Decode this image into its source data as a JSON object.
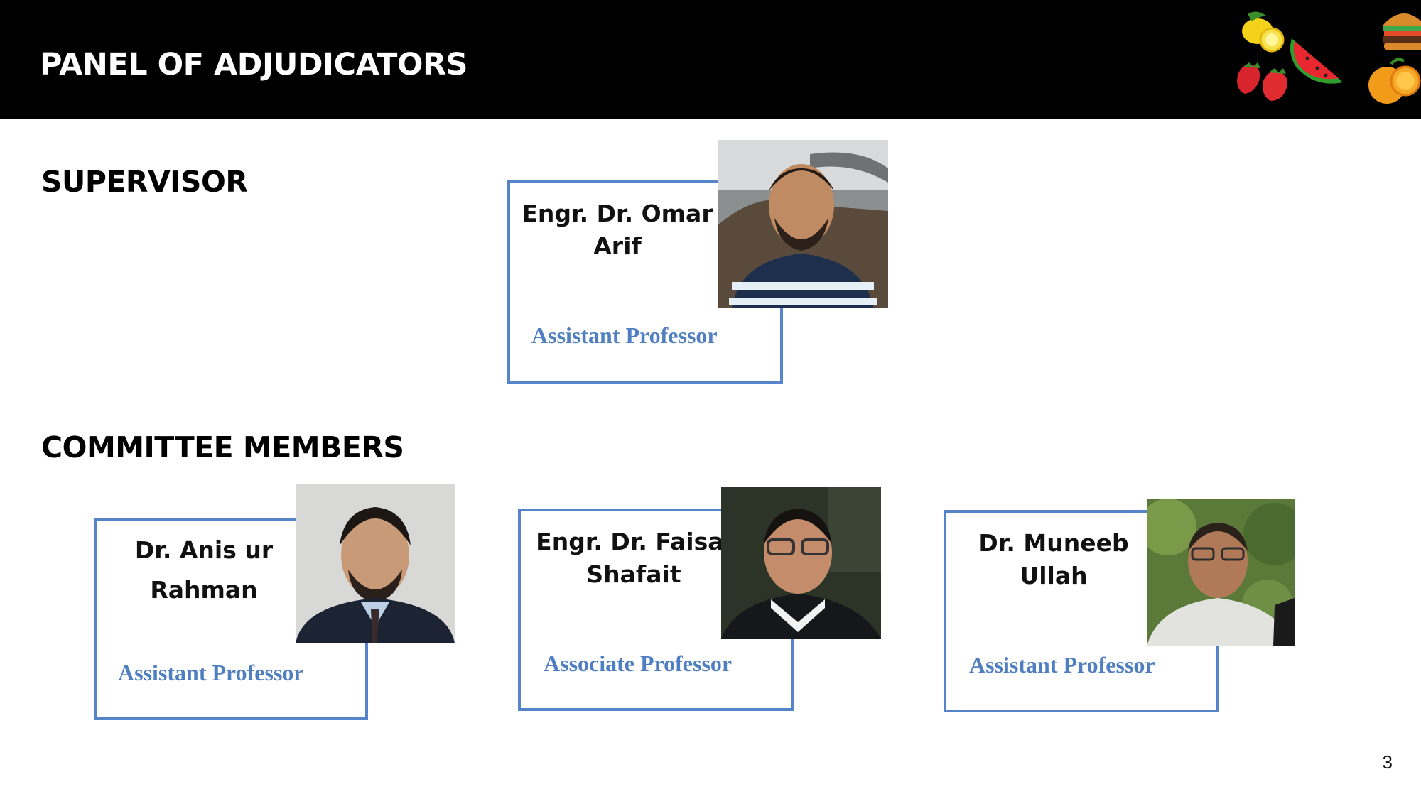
{
  "header": {
    "title": "PANEL OF ADJUDICATORS",
    "logo_icons": [
      "lemon-icon",
      "watermelon-icon",
      "burger-icon",
      "strawberry-icon",
      "orange-icon"
    ]
  },
  "sections": {
    "supervisor_heading": "SUPERVISOR",
    "committee_heading": "COMMITTEE MEMBERS"
  },
  "supervisor": {
    "name_line1": "Engr. Dr. Omar",
    "name_line2": "Arif",
    "title": "Assistant Professor"
  },
  "committee": [
    {
      "name_line1": "Dr. Anis ur",
      "name_line2": "Rahman",
      "title": "Assistant Professor"
    },
    {
      "name_line1": "Engr. Dr. Faisal",
      "name_line2": "Shafait",
      "title": "Associate Professor"
    },
    {
      "name_line1": "Dr. Muneeb",
      "name_line2": "Ullah",
      "title": "Assistant Professor"
    }
  ],
  "footer": {
    "page_number": "3"
  },
  "colors": {
    "accent": "#5585c8",
    "title_text": "#4f7fc0",
    "header_bg": "#000000"
  }
}
